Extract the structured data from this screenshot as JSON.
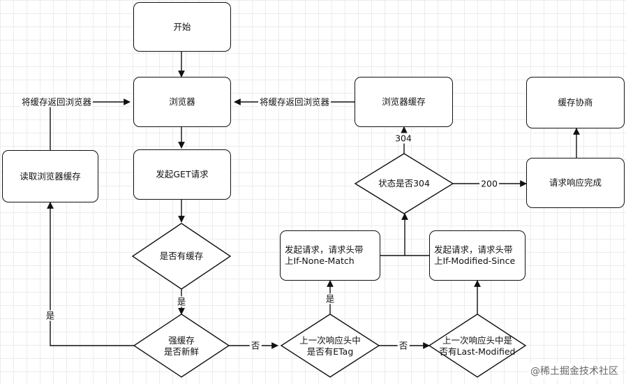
{
  "nodes": {
    "start": "开始",
    "browser": "浏览器",
    "browser_cache": "浏览器缓存",
    "cache_negotiation": "缓存协商",
    "read_browser_cache": "读取浏览器缓存",
    "send_get": "发起GET请求",
    "request_complete": "请求响应完成",
    "has_cache": "是否有缓存",
    "status_304": "状态是否304",
    "if_none_match": "发起请求，请求头带\n上If-None-Match",
    "if_modified_since": "发起请求，请求头带\n上If-Modified-Since",
    "strong_cache_fresh": "强缓存\n是否新鲜",
    "has_etag": "上一次响应头中\n是否有ETag",
    "has_last_modified": "上一次响应头中是\n否有Last-Modified"
  },
  "edge_labels": {
    "return_to_browser_left": "将缓存返回浏览器",
    "return_to_browser_right": "将缓存返回浏览器",
    "code_304": "304",
    "code_200": "200",
    "yes_has_cache": "是",
    "yes_fresh": "是",
    "yes_etag": "是",
    "no_fresh": "否",
    "no_etag": "否"
  },
  "watermark": "@稀土掘金技术社区"
}
